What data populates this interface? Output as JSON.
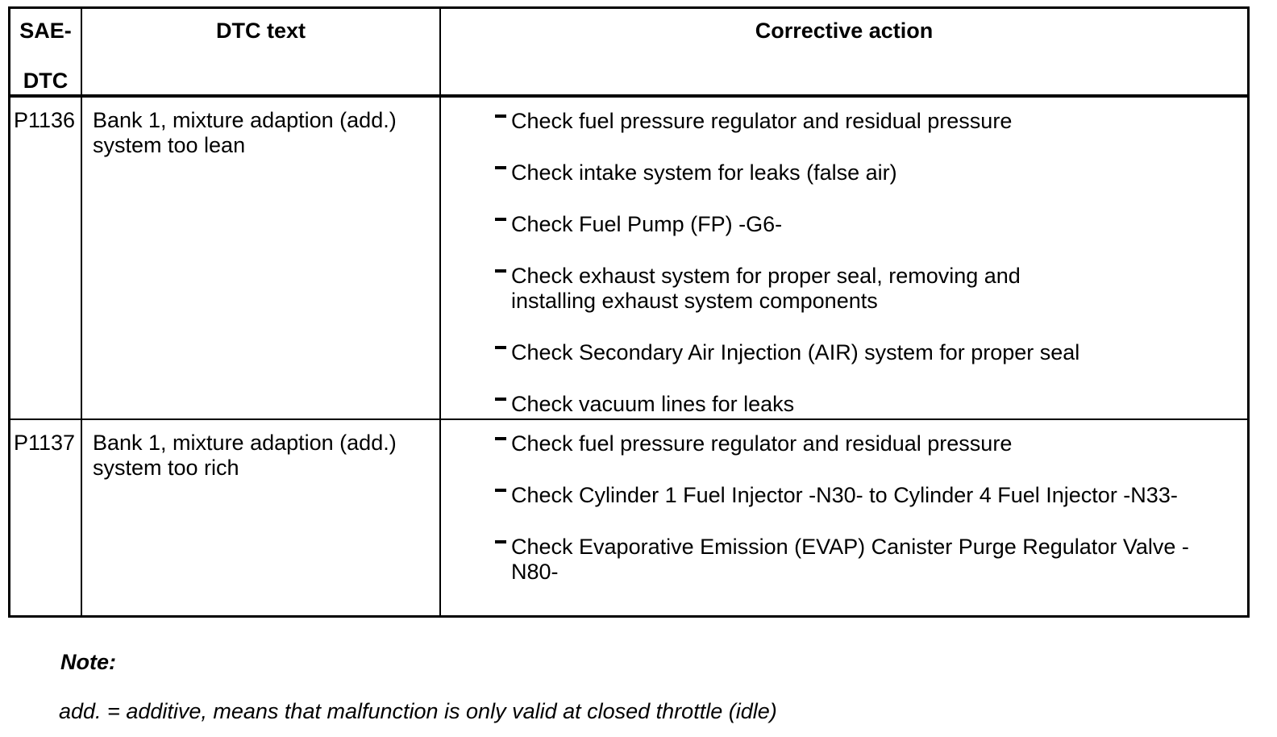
{
  "table": {
    "header": {
      "sae_line1": "SAE-",
      "sae_line2": "DTC",
      "dtc_text": "DTC text",
      "corrective_action": "Corrective action"
    },
    "rows": [
      {
        "code": "P1136",
        "dtc_text": "Bank 1, mixture adaption (add.)\nsystem too lean",
        "actions": [
          "Check fuel pressure regulator and residual pressure",
          "Check intake system for leaks (false air)",
          "Check Fuel Pump (FP) -G6-",
          "Check exhaust system for proper seal, removing and\ninstalling exhaust system components",
          "Check Secondary Air Injection (AIR) system for proper seal",
          "Check vacuum lines for leaks"
        ]
      },
      {
        "code": "P1137",
        "dtc_text": "Bank 1, mixture adaption (add.)\nsystem too rich",
        "actions": [
          "Check fuel pressure regulator and residual pressure",
          "Check Cylinder 1 Fuel Injector -N30- to Cylinder 4 Fuel Injector -N33-",
          "Check Evaporative Emission (EVAP) Canister Purge Regulator Valve -\nN80-"
        ]
      }
    ]
  },
  "note": {
    "title": "Note:",
    "body": "add. = additive, means that malfunction is only valid at closed throttle (idle)"
  },
  "colors": {
    "text": "#000000",
    "background": "#ffffff",
    "border": "#000000"
  }
}
